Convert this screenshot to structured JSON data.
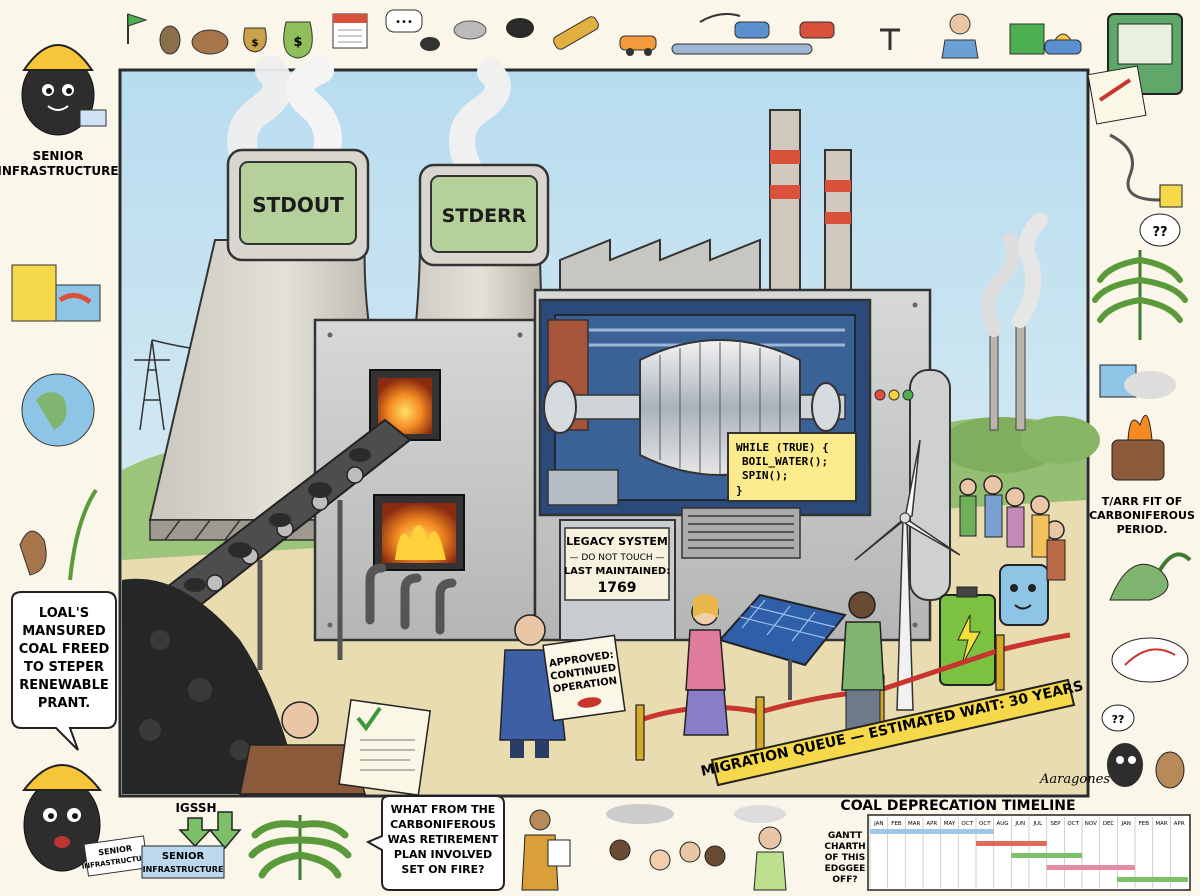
{
  "monitors": {
    "left": "STDOUT",
    "right": "STDERR"
  },
  "code_sign": {
    "line1": "WHILE (TRUE) {",
    "line2": "BOIL_WATER();",
    "line3": "SPIN();",
    "line4": "}"
  },
  "legacy_sign": {
    "line1": "LEGACY SYSTEM",
    "line2": "— DO NOT TOUCH —",
    "line3": "LAST MAINTAINED:",
    "line4": "1769"
  },
  "approved_doc": {
    "line1": "APPROVED:",
    "line2": "CONTINUED",
    "line3": "OPERATION"
  },
  "queue_banner": "MIGRATION QUEUE — ESTIMATED WAIT: 30 YEARS",
  "signature": "Aaragones",
  "left_margin": {
    "senior_caption_line1": "SENIOR",
    "senior_caption_line2": "INFRASTRUCTURE",
    "speech_line1": "LOAL'S",
    "speech_line2": "MANSURED",
    "speech_line3": "COAL FREED",
    "speech_line4": "TO STEPER",
    "speech_line5": "RENEWABLE",
    "speech_line6": "PRANT.",
    "bottom_badge_line1": "SENIOR",
    "bottom_badge_line2": "INFRASTRUCTURE"
  },
  "right_margin": {
    "question_marks": "??",
    "caption_line1": "T/ARR FIT OF",
    "caption_line2": "CARBONIFEROUS",
    "caption_line3": "PERIOD.",
    "question_marks2": "??"
  },
  "bottom_strip": {
    "arrow_label": "IGSSH",
    "badge_line1": "SENIOR",
    "badge_line2": "INFRASTRUCTURE",
    "speech_line1": "WHAT FROM THE",
    "speech_line2": "CARBONIFEROUS",
    "speech_line3": "WAS RETIREMENT",
    "speech_line4": "PLAN INVOLVED",
    "speech_line5": "SET ON FIRE?"
  },
  "timeline": {
    "title": "COAL DEPRECATION TIMELINE",
    "side_label_line1": "GANTT",
    "side_label_line2": "CHARTH",
    "side_label_line3": "OF THIS",
    "side_label_line4": "EDGGEE",
    "side_label_line5": "OFF?",
    "months": [
      "JAN",
      "FEB",
      "MAR",
      "APR",
      "MAY",
      "OCT",
      "OCT",
      "AUG",
      "JUN",
      "JUL",
      "SEP",
      "OCT",
      "NOV",
      "DEC",
      "JAN",
      "FEB",
      "MAR",
      "APR"
    ],
    "bar_colors": [
      "#9fc8e8",
      "#e06b5a",
      "#7cc06a",
      "#e58aa0",
      "#7cc06a"
    ]
  },
  "colors": {
    "sky": "#cfe6f3",
    "frame": "#2a2a2a",
    "banner": "#f5d94a",
    "battery": "#7cc13f",
    "stack_red": "#d9503b"
  }
}
